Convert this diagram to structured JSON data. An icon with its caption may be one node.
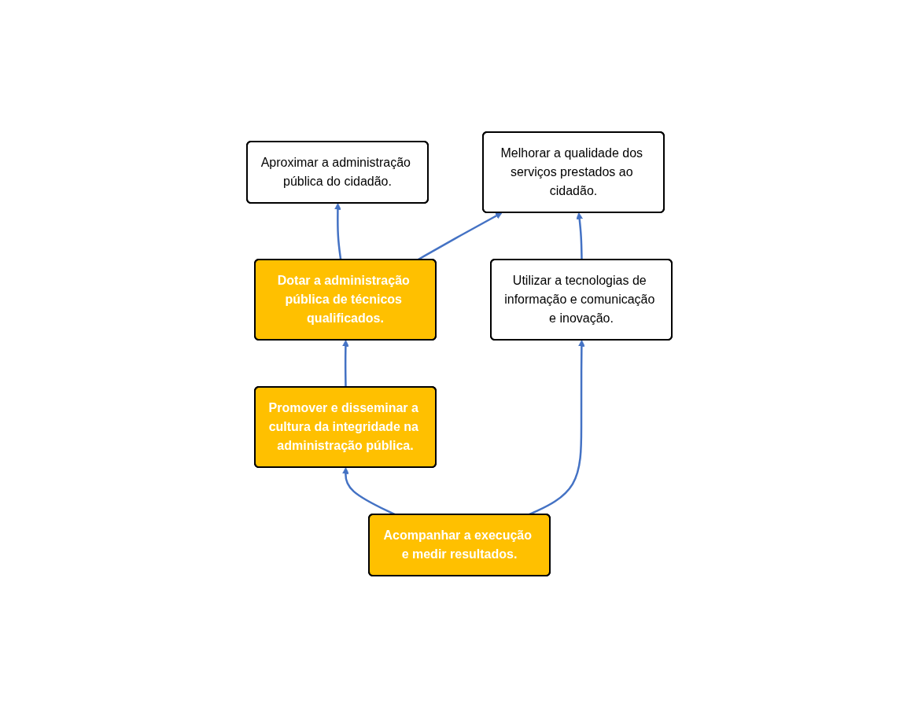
{
  "diagram": {
    "nodes": [
      {
        "text": [
          "Aproximar a administração pública do cidadão."
        ]
      },
      {
        "text": [
          "Melhorar a qualidade dos serviços prestados ao cidadão."
        ]
      },
      {
        "text": [
          "Dotar a administração pública de técnicos qualificados."
        ]
      },
      {
        "text": [
          "Promover e disseminar a cultura da integridade na administração pública."
        ]
      },
      {
        "text": [
          "Utilizar a tecnologias de informação e comunicação e inovação."
        ]
      },
      {
        "text": [
          "Acompanhar a execução e medir resultados."
        ]
      }
    ],
    "edges": [
      {
        "from": 2,
        "to": 0,
        "arrow": "to"
      },
      {
        "from": 2,
        "to": 1,
        "arrow": "to"
      },
      {
        "from": 3,
        "to": 2,
        "arrow": "to"
      },
      {
        "from": 5,
        "to": 3,
        "arrow": "to"
      },
      {
        "from": 5,
        "to": 4,
        "arrow": "to"
      },
      {
        "from": 4,
        "to": 1,
        "arrow": "to"
      }
    ]
  }
}
